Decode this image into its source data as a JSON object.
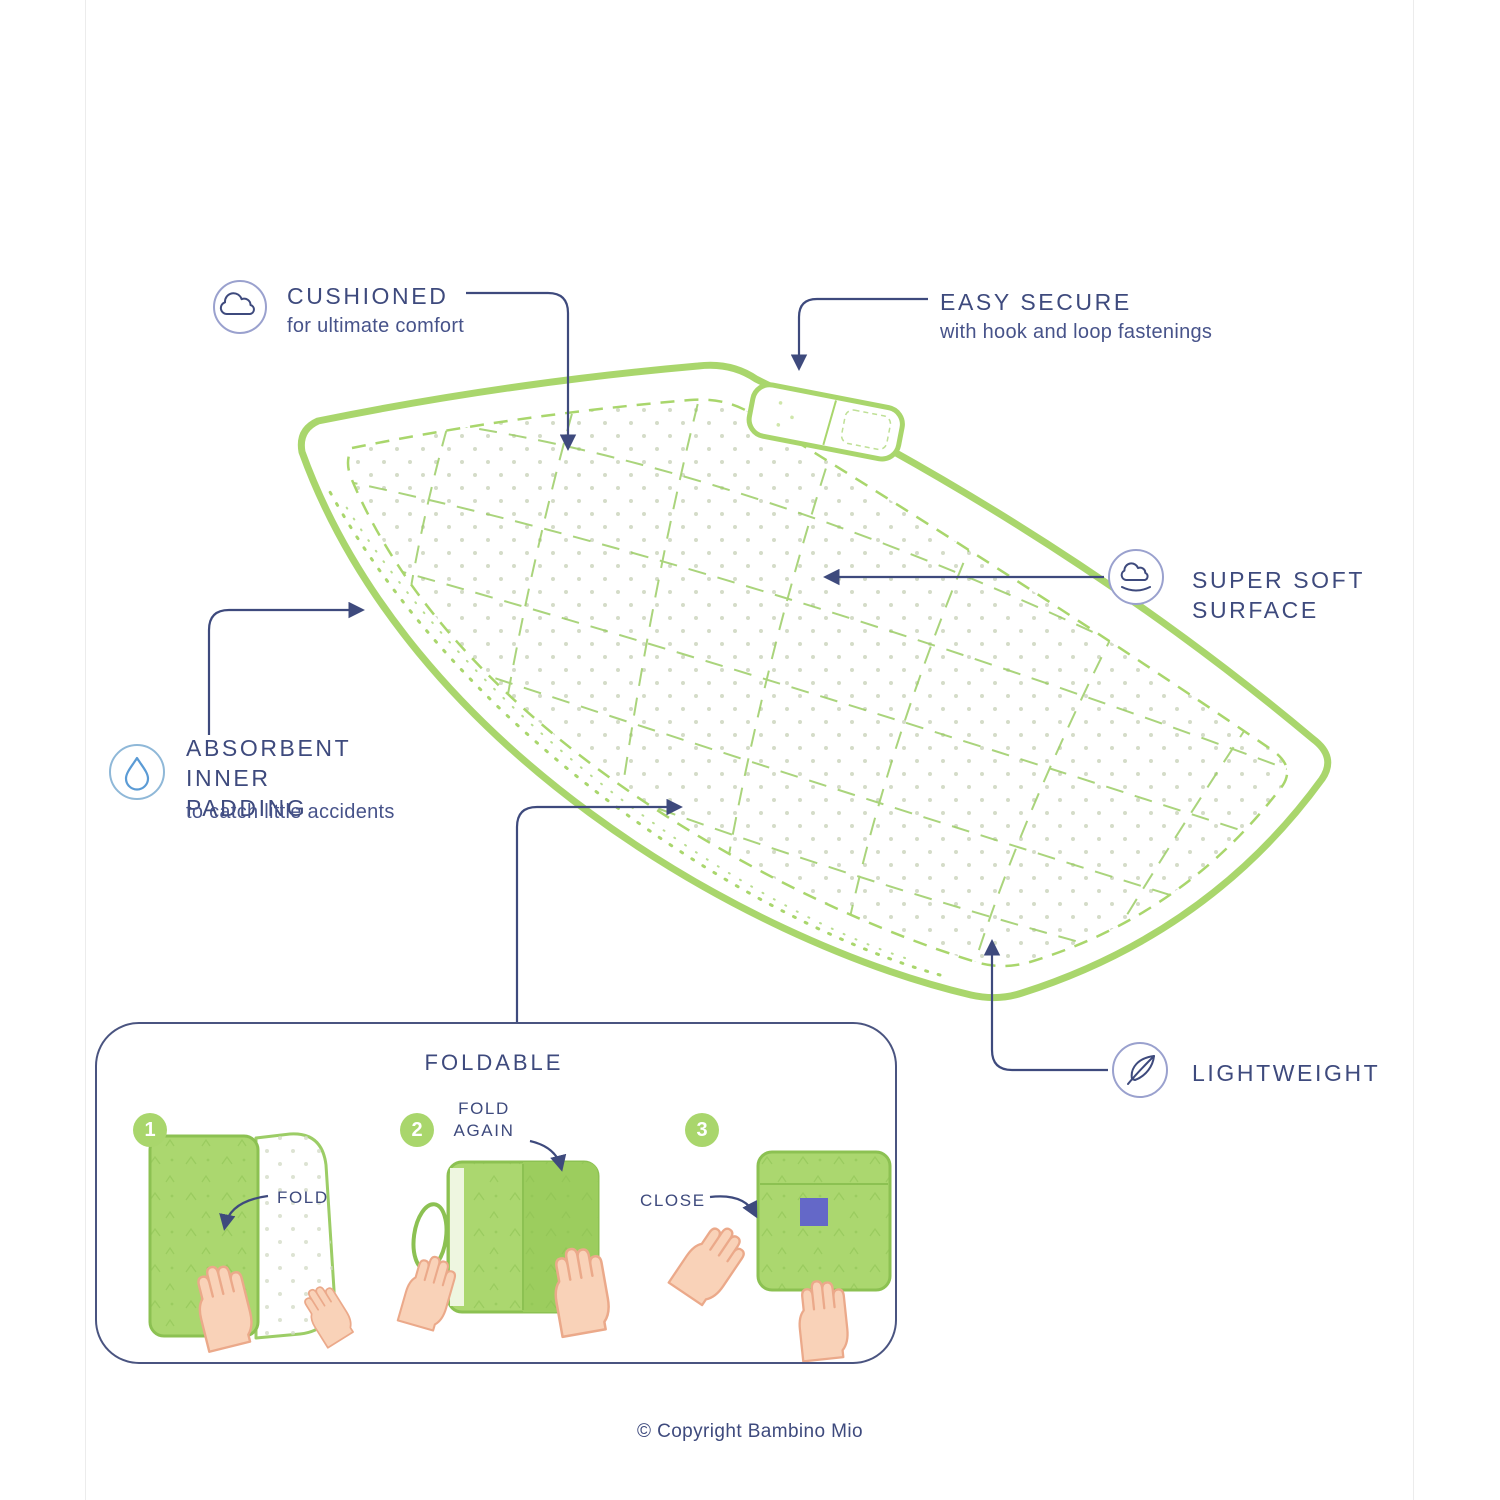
{
  "colors": {
    "green": "#a9d66c",
    "green_dark": "#8cc152",
    "navy": "#3e4a7d",
    "blue_drop": "#5b9bd5",
    "purple_tab": "#6468c8",
    "skin": "#f9d2b8"
  },
  "callouts": {
    "cushioned": {
      "title": "CUSHIONED",
      "subtitle": "for ultimate comfort",
      "icon": "cloud-icon"
    },
    "easy_secure": {
      "title": "EASY SECURE",
      "subtitle": "with hook and loop fastenings"
    },
    "super_soft": {
      "title": "SUPER SOFT SURFACE",
      "icon": "cotton-icon"
    },
    "absorbent": {
      "title": "ABSORBENT INNER PADDING",
      "subtitle": "to catch little accidents",
      "icon": "droplet-icon"
    },
    "lightweight": {
      "title": "LIGHTWEIGHT",
      "icon": "feather-icon"
    }
  },
  "foldable": {
    "title": "FOLDABLE",
    "steps": [
      {
        "number": "1",
        "label": "FOLD"
      },
      {
        "number": "2",
        "label": "FOLD AGAIN"
      },
      {
        "number": "3",
        "label": "CLOSE"
      }
    ]
  },
  "footer": {
    "copyright": "© Copyright Bambino Mio"
  }
}
